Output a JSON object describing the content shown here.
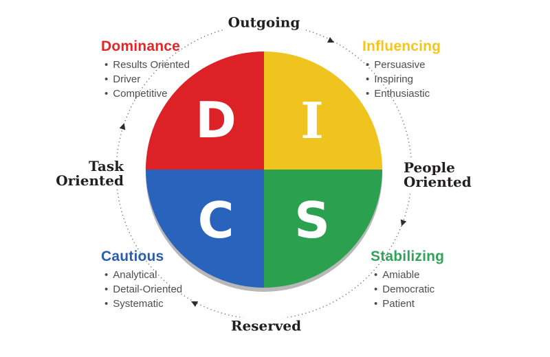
{
  "colors": {
    "quadrant_d": "#DC2127",
    "quadrant_i": "#F0C41E",
    "quadrant_c": "#2A63BC",
    "quadrant_s": "#2BA14F",
    "heading_dominance": "#E2262A",
    "heading_influencing": "#F5C51C",
    "heading_cautious": "#2A5DAD",
    "heading_stabilizing": "#2FA357",
    "letter_text": "#FFFFFF",
    "trait_text": "#4D4D4F",
    "axis_text": "#231F20",
    "ring_dots": "#6D6E71",
    "arrow": "#2F2C2D"
  },
  "quadrants": {
    "dominance": {
      "letter": "D",
      "title": "Dominance",
      "traits": [
        "Results Oriented",
        "Driver",
        "Competitive"
      ]
    },
    "influencing": {
      "letter": "I",
      "title": "Influencing",
      "traits": [
        "Persuasive",
        "Inspiring",
        "Enthusiastic"
      ]
    },
    "cautious": {
      "letter": "C",
      "title": "Cautious",
      "traits": [
        "Analytical",
        "Detail-Oriented",
        "Systematic"
      ]
    },
    "stabilizing": {
      "letter": "S",
      "title": "Stabilizing",
      "traits": [
        "Amiable",
        "Democratic",
        "Patient"
      ]
    }
  },
  "axis_labels": {
    "top": "Outgoing",
    "bottom": "Reserved",
    "left": [
      "Task",
      "Oriented"
    ],
    "right": [
      "People",
      "Oriented"
    ]
  },
  "bullet": "•"
}
